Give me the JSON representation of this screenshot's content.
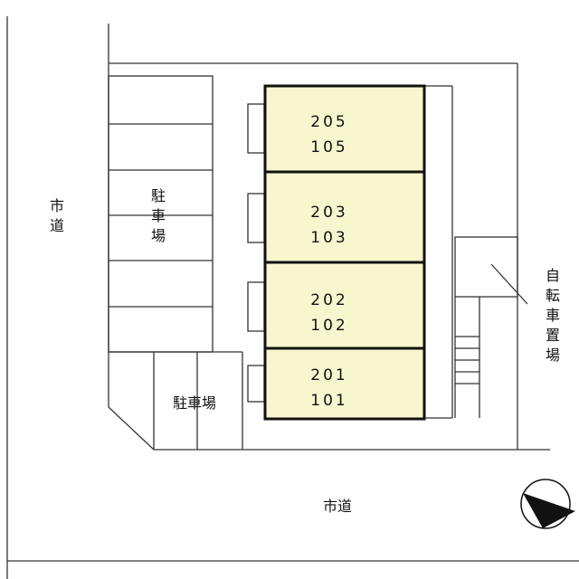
{
  "labels": {
    "road_left": "市道",
    "road_bottom": "市道",
    "parking_upper": "駐車場",
    "parking_lower": "駐車場",
    "bicycle_parking": "自転車置場"
  },
  "units": [
    {
      "upper": "205",
      "lower": "105"
    },
    {
      "upper": "203",
      "lower": "103"
    },
    {
      "upper": "202",
      "lower": "102"
    },
    {
      "upper": "201",
      "lower": "101"
    }
  ],
  "colors": {
    "unit_fill": "#f7f6cf",
    "unit_border": "#111111",
    "compass_fill": "#111111"
  },
  "compass": {
    "icon": "north-arrow-icon"
  }
}
